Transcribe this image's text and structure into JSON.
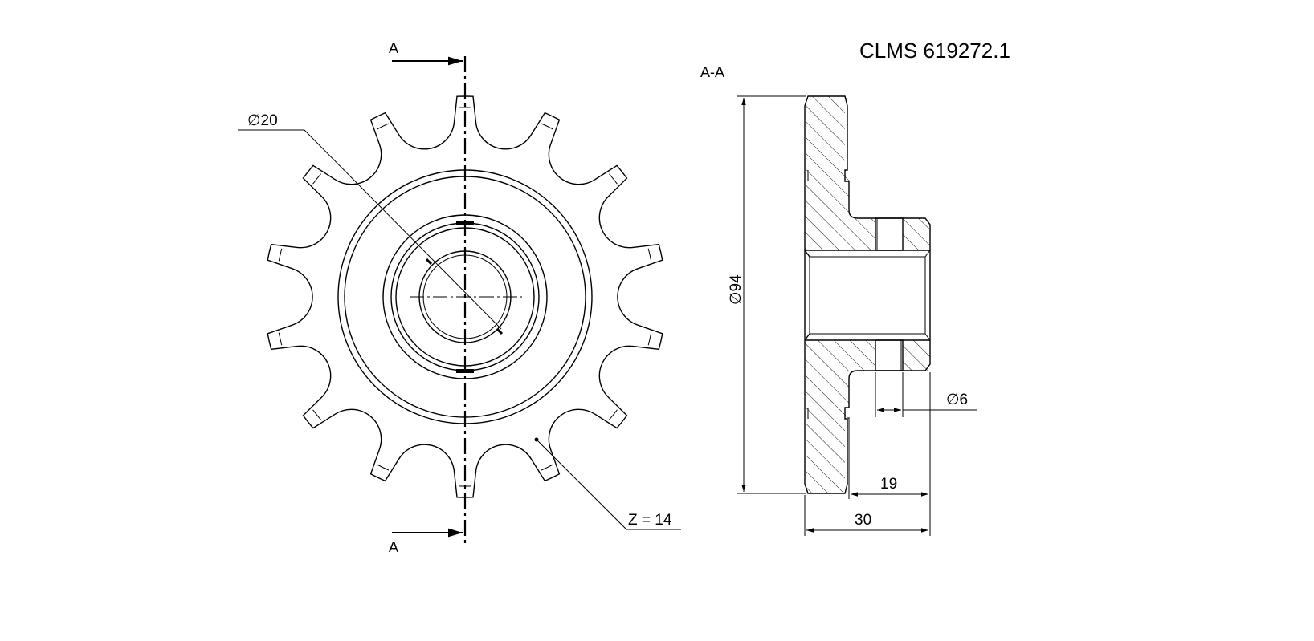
{
  "drawing": {
    "title": "CLMS 619272.1",
    "section_label": "A-A",
    "cut_label_top": "A",
    "cut_label_bottom": "A",
    "teeth_count_label": "Z = 14",
    "teeth_count": 14,
    "dim_bore": "∅20",
    "dim_outer": "∅94",
    "dim_hole": "∅6",
    "dim_hub_length": "19",
    "dim_total_width": "30"
  }
}
